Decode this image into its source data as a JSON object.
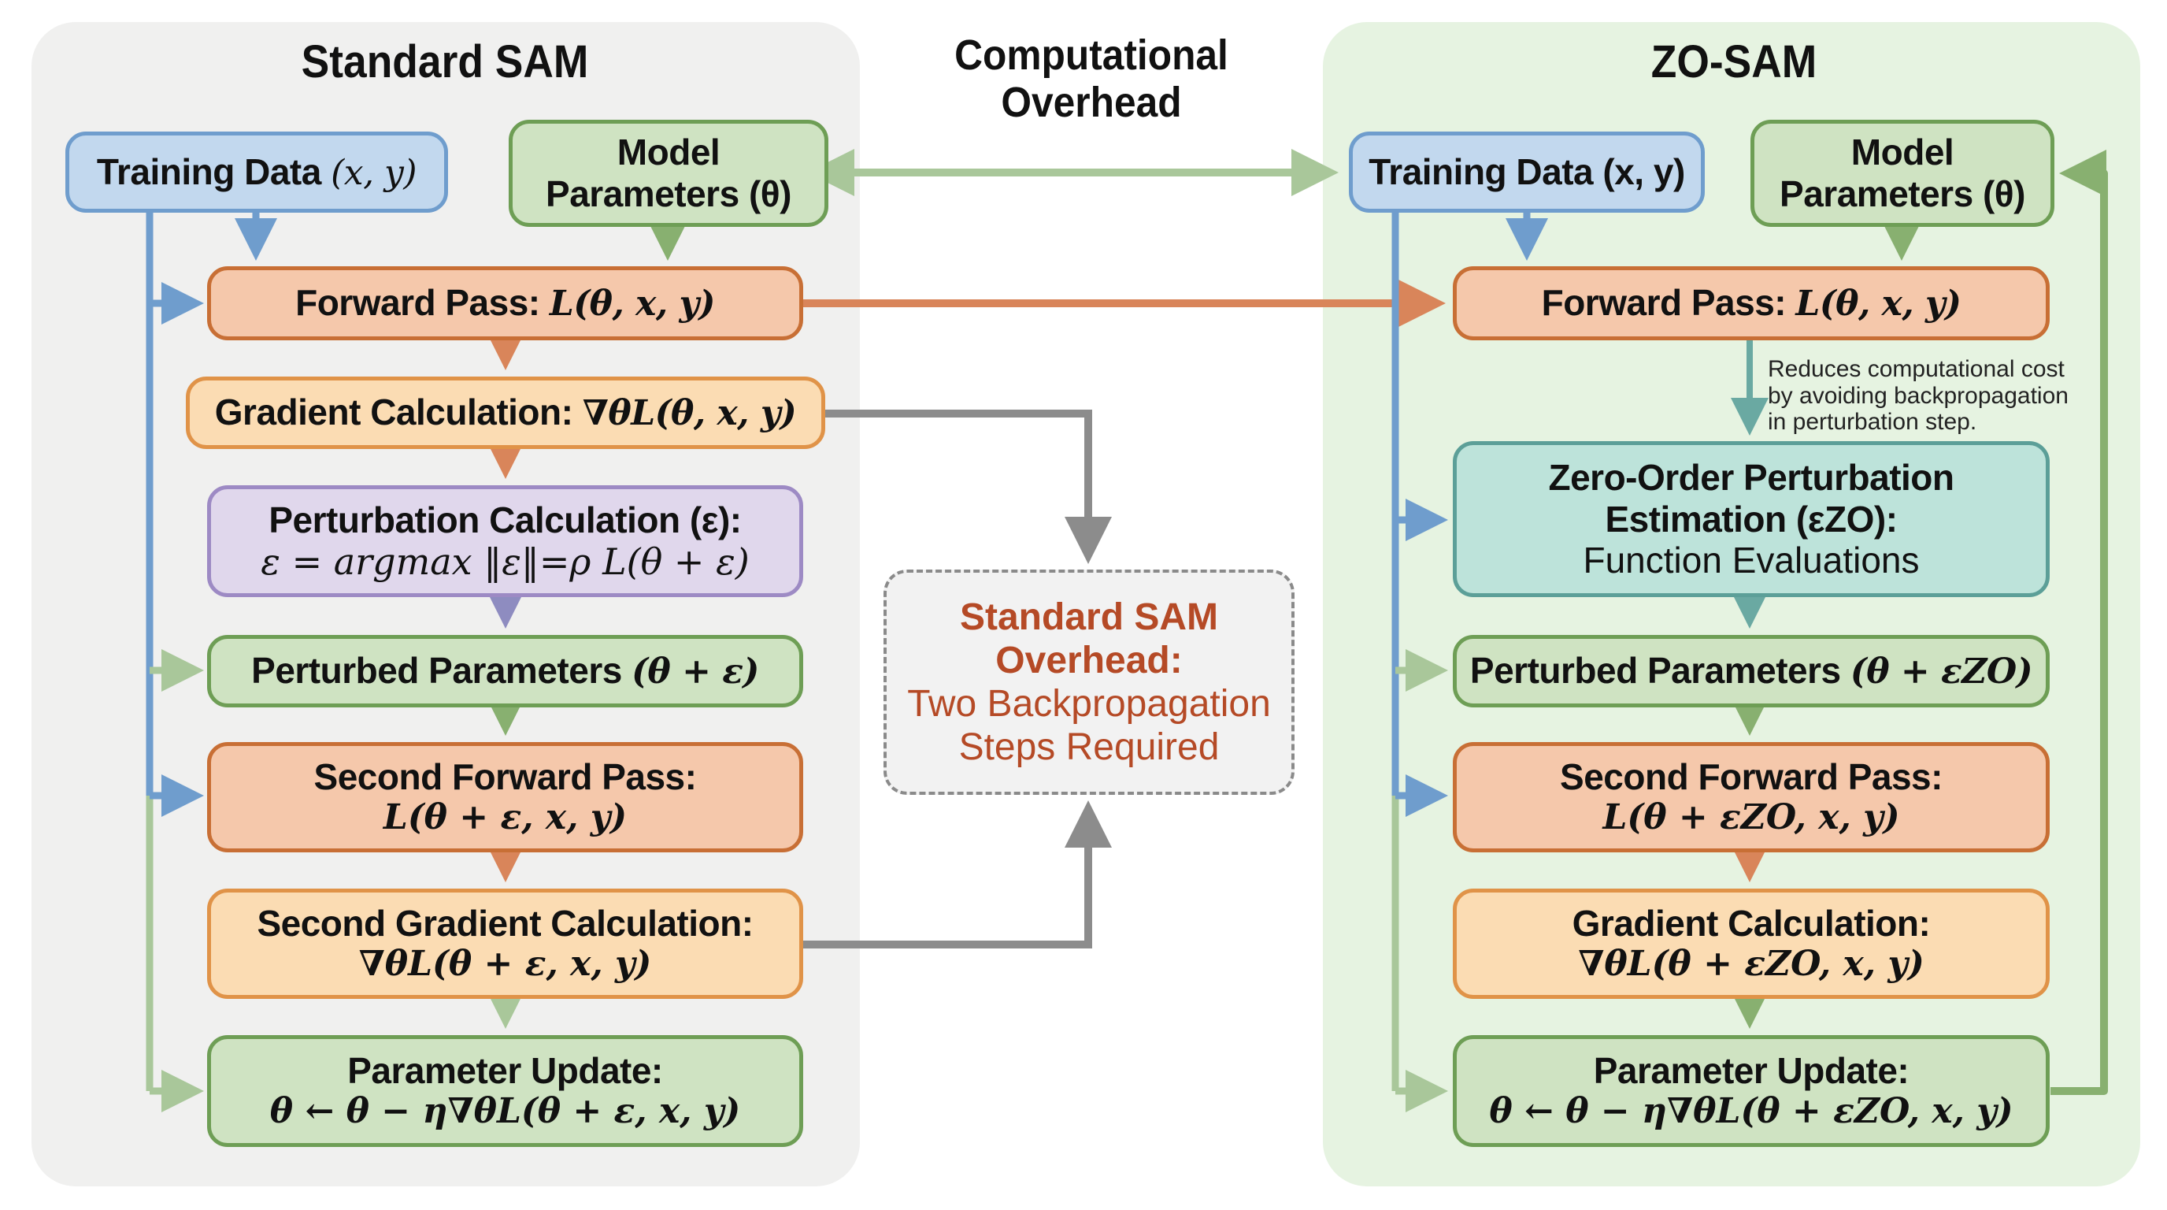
{
  "center": {
    "title_line1": "Computational",
    "title_line2": "Overhead",
    "overhead_box": {
      "bold_line1": "Standard SAM",
      "bold_line2": "Overhead:",
      "line3": "Two Backpropagation",
      "line4": "Steps Required"
    }
  },
  "standard_sam": {
    "title": "Standard SAM",
    "training_data": "Training Data (x, y)",
    "training_data_text": "Training Data ",
    "training_data_math": "(x, y)",
    "model_params_line1": "Model",
    "model_params_line2": "Parameters (θ)",
    "forward_pass_label": "Forward Pass: ",
    "forward_pass_math": "L(θ, x, y)",
    "gradient_label": "Gradient Calculation: ",
    "gradient_math": "∇θL(θ, x, y)",
    "perturbation_line1": "Perturbation Calculation (ε):",
    "perturbation_line2": "ε = argmax ‖ε‖=ρ L(θ + ε)",
    "perturbed_label": "Perturbed Parameters ",
    "perturbed_math": "(θ + ε)",
    "second_forward_line1": "Second Forward Pass:",
    "second_forward_line2": "L(θ + ε, x, y)",
    "second_gradient_line1": "Second Gradient Calculation:",
    "second_gradient_line2": "∇θL(θ + ε, x, y)",
    "update_line1": "Parameter Update:",
    "update_line2": "θ ← θ − η∇θL(θ + ε, x, y)"
  },
  "zo_sam": {
    "title": "ZO-SAM",
    "training_data": "Training Data (x, y)",
    "model_params_line1": "Model",
    "model_params_line2": "Parameters (θ)",
    "forward_pass_label": "Forward Pass: ",
    "forward_pass_math": "L(θ, x, y)",
    "annotation_line1": "Reduces computational cost",
    "annotation_line2": "by avoiding backpropagation",
    "annotation_line3": "in perturbation step.",
    "zo_line1": "Zero-Order Perturbation",
    "zo_line2": "Estimation (εZO):",
    "zo_line3": "Function Evaluations",
    "perturbed_label": "Perturbed Parameters ",
    "perturbed_math": "(θ + εZO)",
    "second_forward_line1": "Second Forward Pass:",
    "second_forward_line2": "L(θ + εZO, x, y)",
    "gradient_line1": "Gradient Calculation:",
    "gradient_line2": "∇θL(θ + εZO, x, y)",
    "update_line1": "Parameter Update:",
    "update_line2": "θ ← θ − η∇θL(θ + εZO, x, y)"
  },
  "colors": {
    "blue_flow": "#6f9dcd",
    "green_flow": "#8fb57a",
    "orange_flow": "#d9855a",
    "gray_flow": "#8c8c8c",
    "teal_flow": "#6aa9a2",
    "overhead_text": "#b54a26"
  }
}
